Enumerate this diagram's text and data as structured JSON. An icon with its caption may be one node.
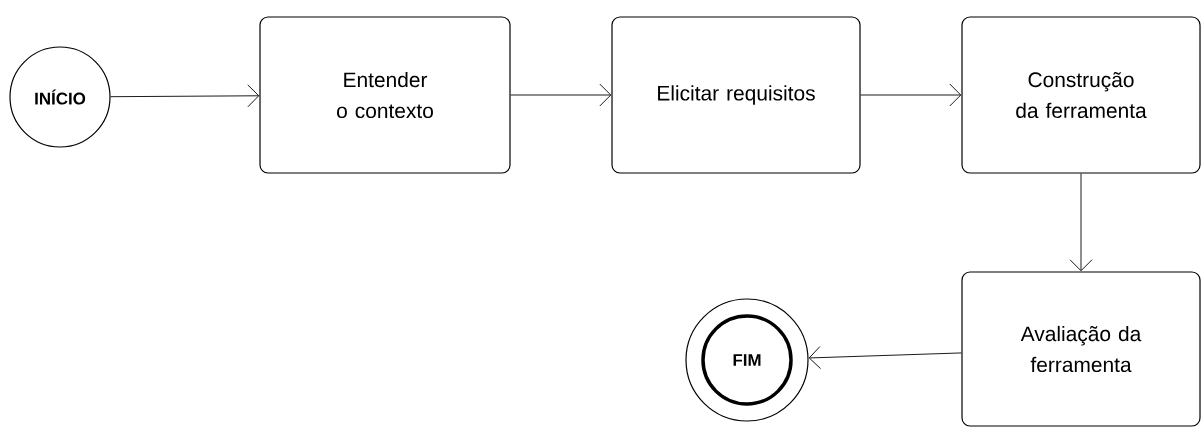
{
  "diagram": {
    "nodes": [
      {
        "text": [
          "INÍCIO"
        ]
      },
      {
        "text": [
          "Entender o contexto"
        ]
      },
      {
        "text": [
          "Elicitar requisitos"
        ]
      },
      {
        "text": [
          "Construção da ferramenta"
        ]
      },
      {
        "text": [
          "Avaliação da ferramenta"
        ]
      },
      {
        "text": [
          "FIM"
        ]
      }
    ],
    "edges": [
      {
        "from": 0,
        "to": 1,
        "arrow": "to"
      },
      {
        "from": 1,
        "to": 2,
        "arrow": "to"
      },
      {
        "from": 2,
        "to": 3,
        "arrow": "to"
      },
      {
        "from": 3,
        "to": 4,
        "arrow": "to"
      },
      {
        "from": 4,
        "to": 5,
        "arrow": "to"
      }
    ]
  }
}
